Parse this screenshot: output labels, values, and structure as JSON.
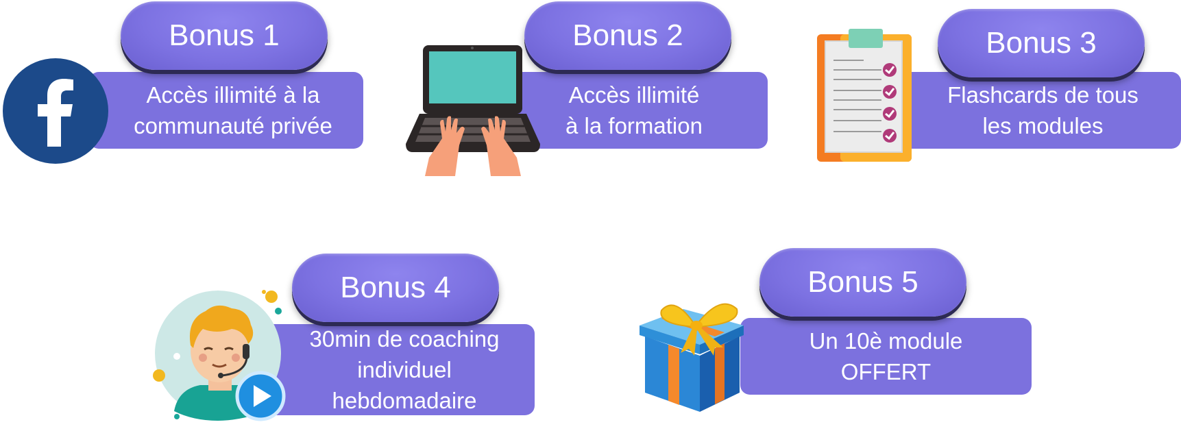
{
  "colors": {
    "pill": "#8278e6",
    "box": "#7c71de",
    "text": "#ffffff",
    "facebook": "#1c4a8a"
  },
  "bonuses": [
    {
      "title": "Bonus 1",
      "lines": [
        "Accès illimité à la",
        "communauté privée"
      ],
      "icon": "facebook-icon"
    },
    {
      "title": "Bonus 2",
      "lines": [
        "Accès illimité",
        "à la formation"
      ],
      "icon": "laptop-icon"
    },
    {
      "title": "Bonus 3",
      "lines": [
        "Flashcards de tous",
        "les modules"
      ],
      "icon": "clipboard-checklist-icon"
    },
    {
      "title": "Bonus 4",
      "lines": [
        "30min de coaching",
        "individuel",
        "hebdomadaire"
      ],
      "icon": "coach-headset-icon"
    },
    {
      "title": "Bonus 5",
      "lines": [
        "Un 10è module",
        "OFFERT"
      ],
      "icon": "gift-icon"
    }
  ]
}
